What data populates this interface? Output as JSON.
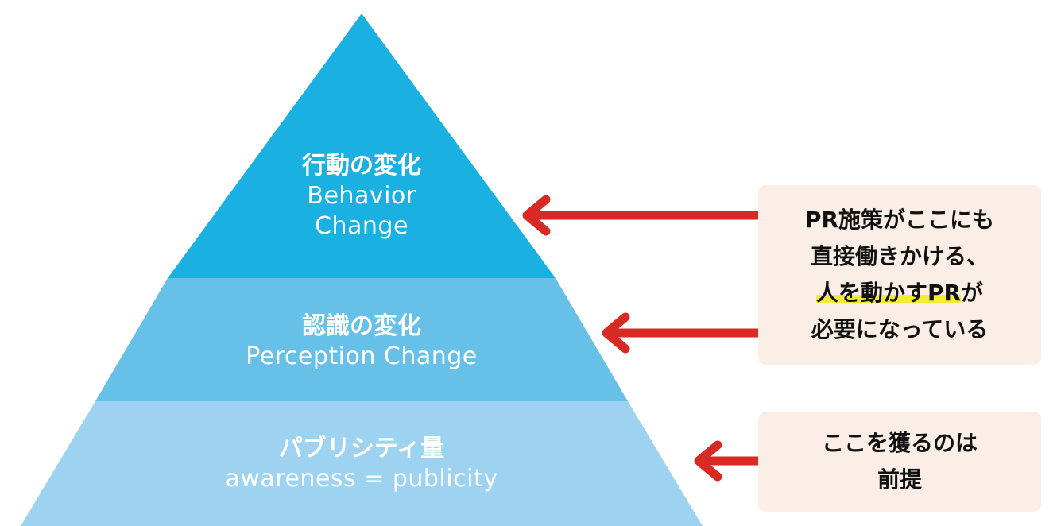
{
  "pyramid": {
    "tiers": [
      {
        "jp": "行動の変化",
        "en_line1": "Behavior",
        "en_line2": "Change",
        "color": "#1ab1e2"
      },
      {
        "jp": "認識の変化",
        "en": "Perception Change",
        "color": "#66c0e8"
      },
      {
        "jp": "パブリシティ量",
        "en": "awareness = publicity",
        "color": "#9dd3f0"
      }
    ]
  },
  "notes": {
    "top": {
      "line1": "PR施策がここにも",
      "line2": "直接働きかける、",
      "line3_highlight": "人を動かすPR",
      "line3_rest": "が",
      "line4": "必要になっている"
    },
    "bottom": {
      "line1": "ここを獲るのは",
      "line2": "前提"
    }
  },
  "colors": {
    "arrow": "#d82a25",
    "note_bg": "#fbeee6",
    "highlight": "#f3ea3a"
  }
}
